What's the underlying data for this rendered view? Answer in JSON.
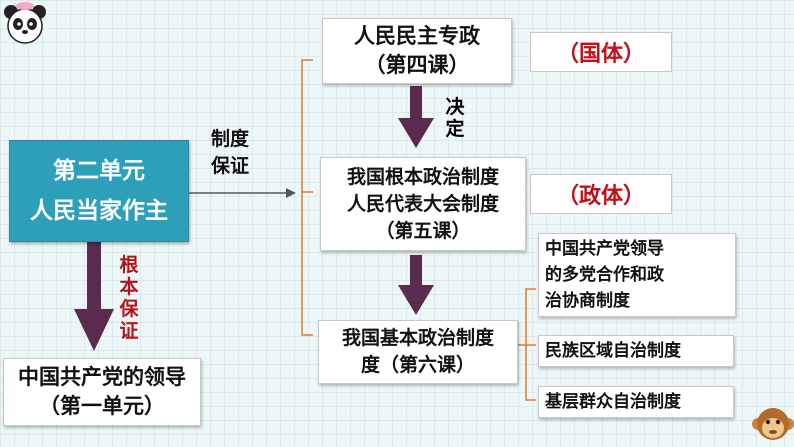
{
  "unit": {
    "line1": "第二单元",
    "line2": "人民当家作主"
  },
  "party_box": {
    "line1": "中国共产党的领导",
    "line2": "（第一单元）"
  },
  "dictatorship_box": {
    "line1": "人民民主专政",
    "line2": "（第四课）"
  },
  "fundamental_box": {
    "line1": "我国根本政治制度",
    "line2": "人民代表大会制度",
    "line3": "（第五课）"
  },
  "basic_box": {
    "line1": "我国基本政治制度",
    "line2": "度（第六课）"
  },
  "tags": {
    "state_system": "（国体）",
    "political_system": "（政体）"
  },
  "labels": {
    "zhidu": "制度",
    "baozheng": "保证",
    "jue": "决",
    "ding": "定",
    "gen": "根",
    "ben": "本",
    "bao": "保",
    "zheng": "证"
  },
  "sub_systems": [
    {
      "lines": [
        "中国共产党领导",
        "的多党合作和政",
        "治协商制度"
      ]
    },
    {
      "lines": [
        "民族区域自治制度"
      ]
    },
    {
      "lines": [
        "基层群众自治制度"
      ]
    }
  ],
  "colors": {
    "unit_bg": "#2e9fb8",
    "arrow": "#5a2a4f",
    "tag_red": "#c0101a",
    "label_red": "#b3141c",
    "line": "#e07a2a"
  },
  "decorations": {
    "top_left": "panda-icon",
    "bottom_right": "monkey-icon"
  }
}
